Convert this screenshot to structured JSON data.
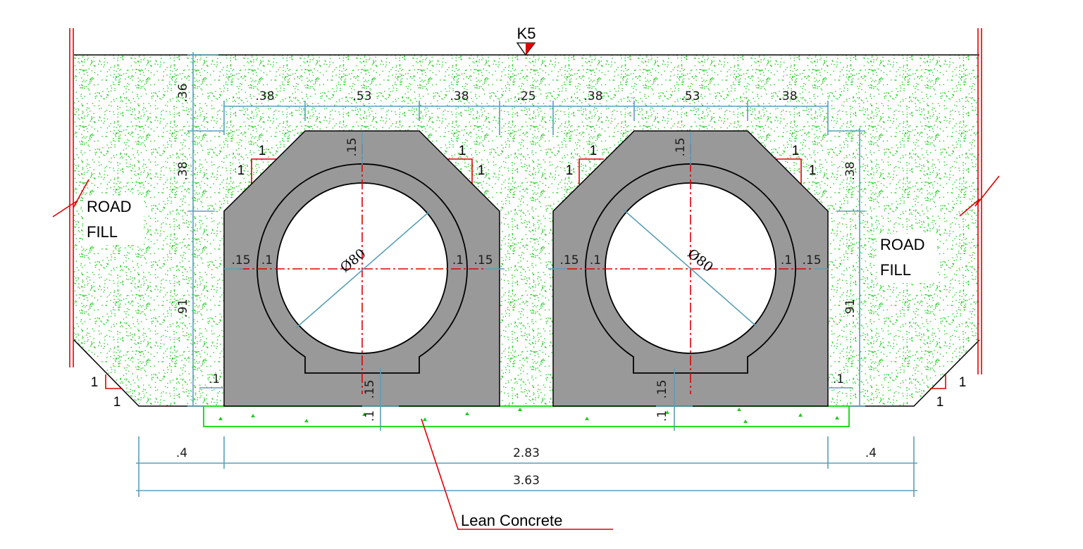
{
  "marker": {
    "label": "K5",
    "color": "#e00000"
  },
  "labels": {
    "road_fill_left": [
      "ROAD",
      "FILL"
    ],
    "road_fill_right": [
      "ROAD",
      "FILL"
    ],
    "lean_concrete": "Lean Concrete"
  },
  "dimensions": {
    "top_row": [
      ".38",
      ".53",
      ".38",
      ".25",
      ".38",
      ".53",
      ".38"
    ],
    "left_vertical": [
      ".36",
      ".38",
      ".91"
    ],
    "right_vertical": [
      ".38",
      ".91"
    ],
    "side_offsets": [
      ".1",
      ".1"
    ],
    "wall_left_outer": ".15",
    "wall_left_inner": ".1",
    "wall_right_inner": ".1",
    "wall_right_outer": ".15",
    "crown": ".15",
    "invert": ".15",
    "lean_thickness": ".1",
    "base_segments": [
      ".4",
      "2.83",
      ".4"
    ],
    "overall_width": "3.63",
    "pipe_diameter": "Ø80"
  },
  "slopes": {
    "chamfer": [
      "1",
      "1"
    ],
    "embankment": [
      "1",
      "1"
    ]
  },
  "colors": {
    "fill_green": "#22cc22",
    "concrete_gray": "#999999",
    "dimension_blue": "#5b9fb8",
    "centerline_red": "#e00000",
    "lean_concrete_outline": "#22dd22"
  }
}
